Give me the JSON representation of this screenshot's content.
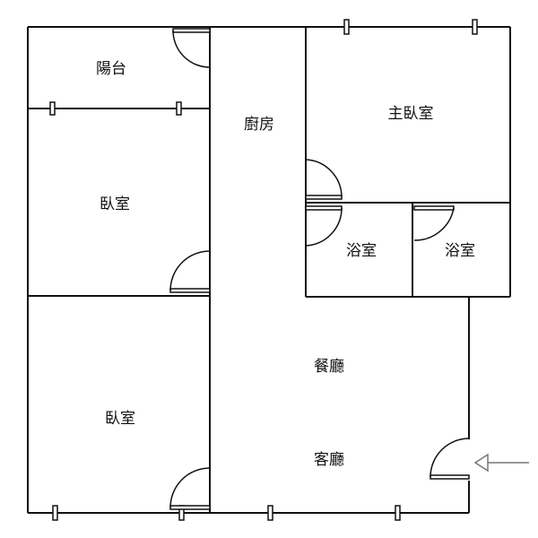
{
  "colors": {
    "wall": "#111111",
    "background": "#ffffff",
    "arrow": "#777777"
  },
  "rooms": {
    "balcony": "陽台",
    "bedroom_1": "臥室",
    "bedroom_2": "臥室",
    "kitchen": "廚房",
    "master_bedroom": "主臥室",
    "bathroom_1": "浴室",
    "bathroom_2": "浴室",
    "dining_room": "餐廳",
    "living_room": "客廳"
  },
  "icons": {
    "entrance": "arrow-left-icon",
    "door": "door-swing-icon",
    "window": "window-icon"
  }
}
